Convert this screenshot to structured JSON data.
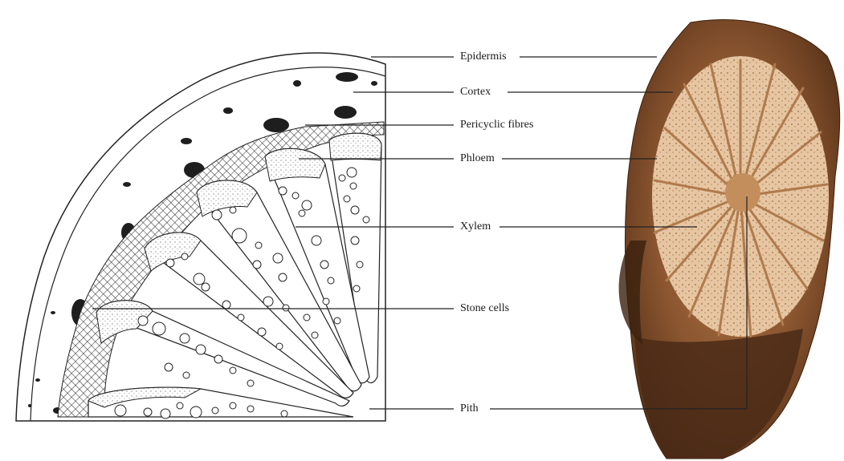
{
  "labels": {
    "epidermis": "Epidermis",
    "cortex": "Cortex",
    "pericyclic_fibres": "Pericyclic fibres",
    "phloem": "Phloem",
    "xylem": "Xylem",
    "stone_cells": "Stone cells",
    "pith": "Pith"
  },
  "colors": {
    "ink": "#1a1a1a",
    "pericycle_hatch": "#333333",
    "bark_dark": "#4a2a16",
    "bark_mid": "#8a5530",
    "wood_light": "#e6c6a2",
    "ray": "#b07a4c"
  }
}
